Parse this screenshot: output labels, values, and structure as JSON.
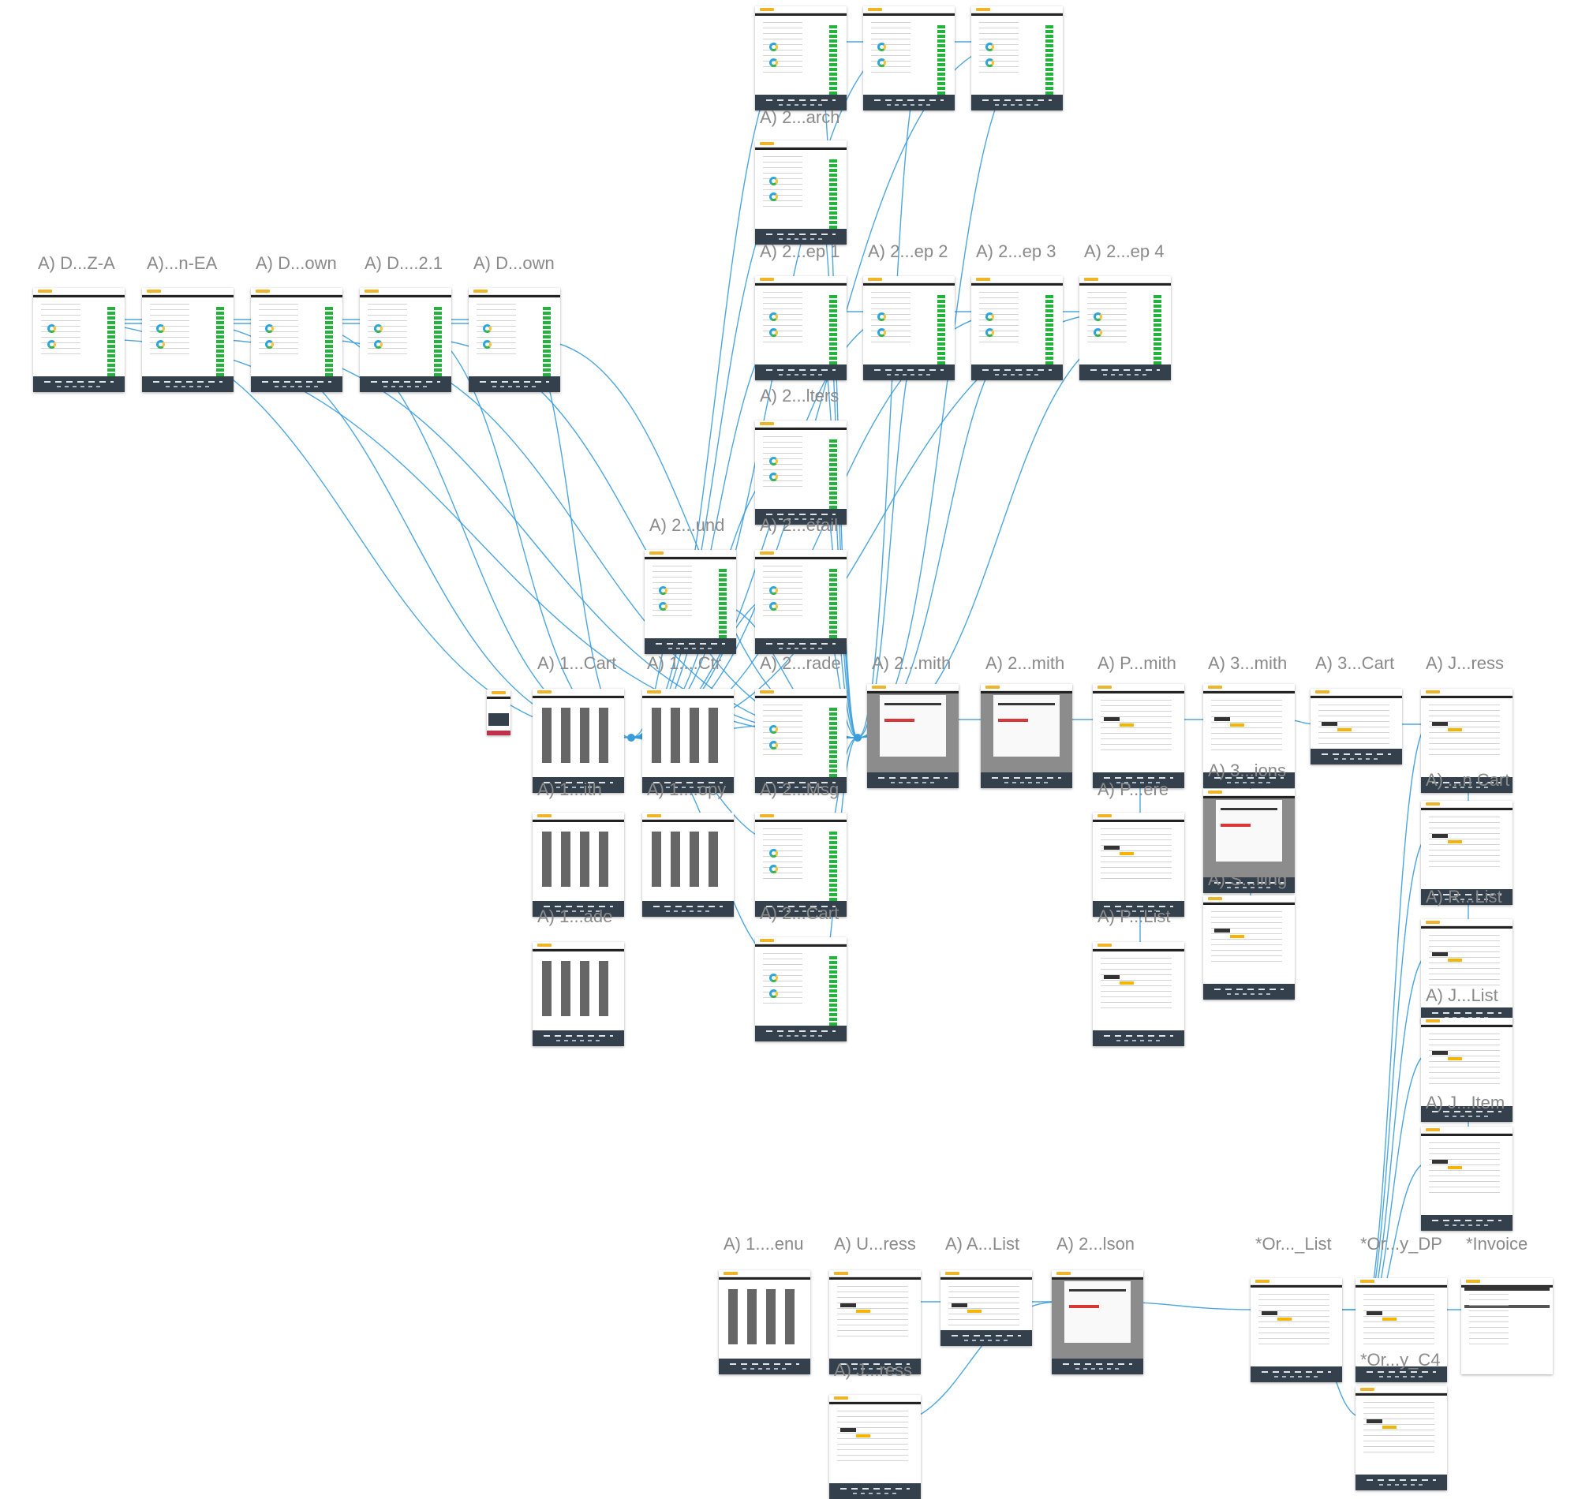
{
  "canvas": {
    "background": "#ffffff",
    "link_color": "#3a9ddb"
  },
  "artboards": [
    {
      "label": "A) D...Z-A",
      "kind": "dashboard"
    },
    {
      "label": "A)...n-EA",
      "kind": "dashboard"
    },
    {
      "label": "A) D...own",
      "kind": "dashboard"
    },
    {
      "label": "A) D....2.1",
      "kind": "dashboard"
    },
    {
      "label": "A) D...own",
      "kind": "dashboard"
    },
    {
      "label": "",
      "kind": "dashboard"
    },
    {
      "label": "",
      "kind": "dashboard"
    },
    {
      "label": "",
      "kind": "dashboard"
    },
    {
      "label": "A) 2...arch",
      "kind": "dashboard"
    },
    {
      "label": "A) 2...ep 1",
      "kind": "dashboard"
    },
    {
      "label": "A) 2...ep 2",
      "kind": "dashboard"
    },
    {
      "label": "A) 2...ep 3",
      "kind": "dashboard"
    },
    {
      "label": "A) 2...ep 4",
      "kind": "dashboard"
    },
    {
      "label": "A) 2...lters",
      "kind": "dashboard"
    },
    {
      "label": "A) 2...und",
      "kind": "dashboard"
    },
    {
      "label": "A) 2...etail",
      "kind": "dashboard"
    },
    {
      "label": "",
      "kind": "mobile"
    },
    {
      "label": "A) 1...Cart",
      "kind": "catalog"
    },
    {
      "label": "A) 1....Ctr",
      "kind": "catalog"
    },
    {
      "label": "A) 2...rade",
      "kind": "dashboard"
    },
    {
      "label": "A) 2...mith",
      "kind": "modal"
    },
    {
      "label": "A) 2...mith",
      "kind": "modal"
    },
    {
      "label": "A) P...mith",
      "kind": "form"
    },
    {
      "label": "A) 3...mith",
      "kind": "form"
    },
    {
      "label": "A) 3...Cart",
      "kind": "short"
    },
    {
      "label": "A) J...ress",
      "kind": "form"
    },
    {
      "label": "A) 1...ith",
      "kind": "catalog"
    },
    {
      "label": "A) 1....opy",
      "kind": "catalog"
    },
    {
      "label": "A) 2...Msg",
      "kind": "dashboard"
    },
    {
      "label": "A) P...ere",
      "kind": "form"
    },
    {
      "label": "A) 3...ions",
      "kind": "modal"
    },
    {
      "label": "A) ...n Cart",
      "kind": "form"
    },
    {
      "label": "A) S...lling",
      "kind": "form"
    },
    {
      "label": "A) R...List",
      "kind": "form"
    },
    {
      "label": "A) 1...ade",
      "kind": "catalog"
    },
    {
      "label": "A) 2...Cart",
      "kind": "dashboard"
    },
    {
      "label": "A) P...List",
      "kind": "form"
    },
    {
      "label": "A) J...List",
      "kind": "form"
    },
    {
      "label": "A) J...Item",
      "kind": "form"
    },
    {
      "label": "A) 1....enu",
      "kind": "catalog"
    },
    {
      "label": "A) U...ress",
      "kind": "form"
    },
    {
      "label": "A) A...List",
      "kind": "short"
    },
    {
      "label": "A) 2...lson",
      "kind": "modal"
    },
    {
      "label": "A) J...ress",
      "kind": "form"
    },
    {
      "label": "*Or..._List",
      "kind": "form"
    },
    {
      "label": "*Or...y_DP",
      "kind": "form"
    },
    {
      "label": "*Invoice",
      "kind": "invoice"
    },
    {
      "label": "*Or...y_C4",
      "kind": "form"
    }
  ]
}
